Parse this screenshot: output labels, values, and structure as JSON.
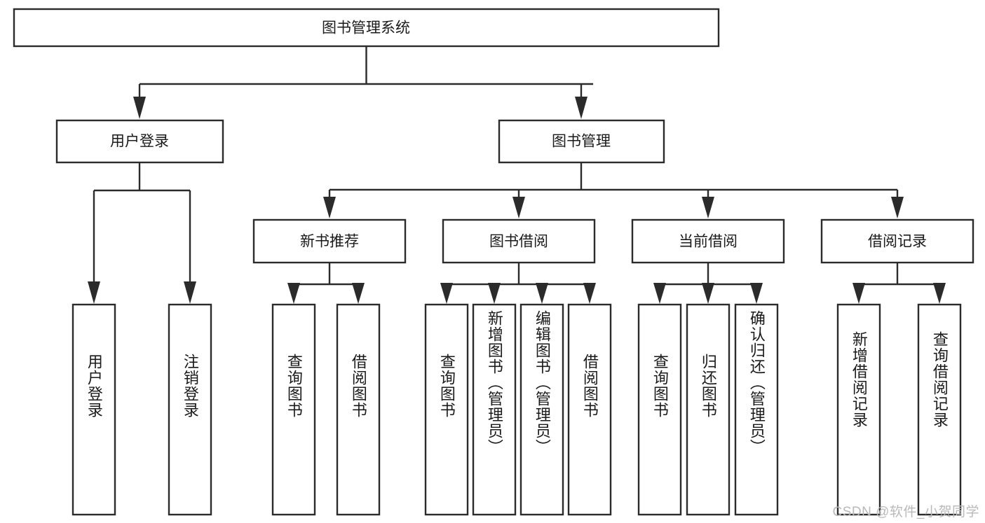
{
  "diagram": {
    "title": "图书管理系统",
    "type": "tree-hierarchy-diagram",
    "orientation": "top-down",
    "colors": {
      "box_stroke": "#2b2b2b",
      "box_fill": "#ffffff",
      "connector": "#2b2b2b",
      "text": "#1a1a1a",
      "background": "#ffffff",
      "watermark": "#b9b9b9"
    }
  },
  "root": {
    "label": "图书管理系统",
    "orientation": "horizontal"
  },
  "level1": [
    {
      "label": "用户登录",
      "orientation": "horizontal"
    },
    {
      "label": "图书管理",
      "orientation": "horizontal"
    }
  ],
  "level2": [
    {
      "label": "新书推荐",
      "orientation": "horizontal"
    },
    {
      "label": "图书借阅",
      "orientation": "horizontal"
    },
    {
      "label": "当前借阅",
      "orientation": "horizontal"
    },
    {
      "label": "借阅记录",
      "orientation": "horizontal"
    }
  ],
  "leaves": {
    "user_login": [
      {
        "label": "用户登录",
        "orientation": "vertical"
      },
      {
        "label": "注销登录",
        "orientation": "vertical"
      }
    ],
    "new_book_recommend": [
      {
        "label": "查询图书",
        "orientation": "vertical"
      },
      {
        "label": "借阅图书",
        "orientation": "vertical"
      }
    ],
    "book_borrow": [
      {
        "label": "查询图书",
        "orientation": "vertical"
      },
      {
        "label": "新增图书（管理员）",
        "orientation": "vertical"
      },
      {
        "label": "编辑图书（管理员）",
        "orientation": "vertical"
      },
      {
        "label": "借阅图书",
        "orientation": "vertical"
      }
    ],
    "current_borrow": [
      {
        "label": "查询图书",
        "orientation": "vertical"
      },
      {
        "label": "归还图书",
        "orientation": "vertical"
      },
      {
        "label": "确认归还（管理员）",
        "orientation": "vertical"
      }
    ],
    "borrow_record": [
      {
        "label": "新增借阅记录",
        "orientation": "vertical"
      },
      {
        "label": "查询借阅记录",
        "orientation": "vertical"
      }
    ]
  },
  "watermark": {
    "text": "CSDN @软件_小贺同学"
  }
}
